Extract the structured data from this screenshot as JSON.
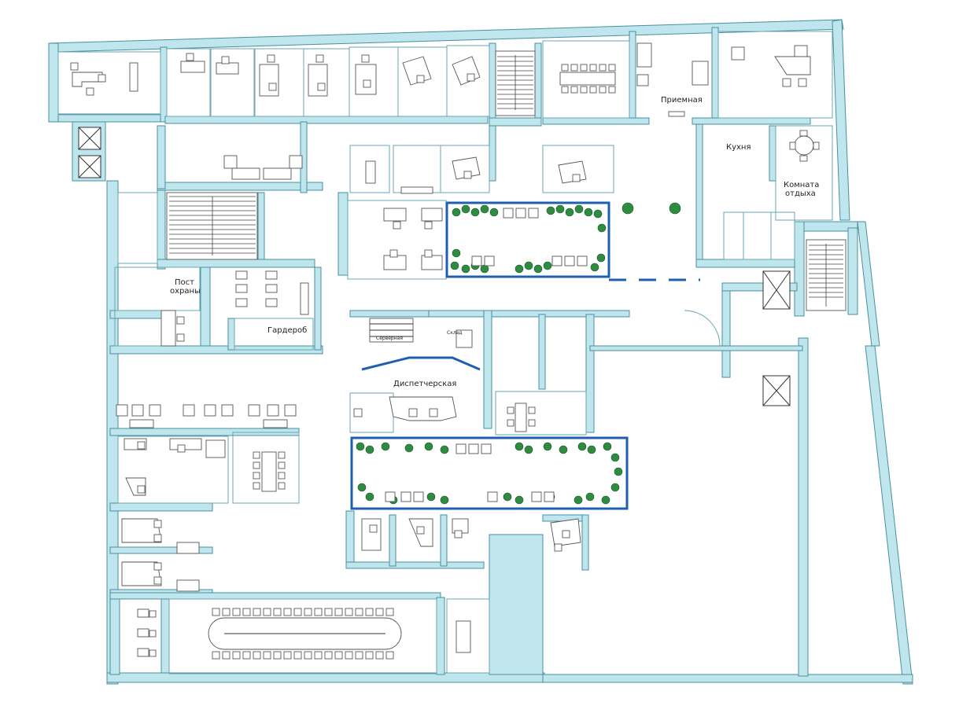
{
  "rooms": {
    "reception": "Приемная",
    "kitchen": "Кухня",
    "rest_room_line1": "Комната",
    "rest_room_line2": "отдыха",
    "security_post_line1": "Пост",
    "security_post_line2": "охраны",
    "wardrobe": "Гардероб",
    "dispatch": "Диспетчерская",
    "server": "Серверная",
    "small_room": "Склад"
  },
  "colors": {
    "wall_fill": "#bfe6ec",
    "wall_stroke": "#4a8fa0",
    "zone_outline": "#1f5fb0",
    "plant": "#2e8b3f"
  }
}
